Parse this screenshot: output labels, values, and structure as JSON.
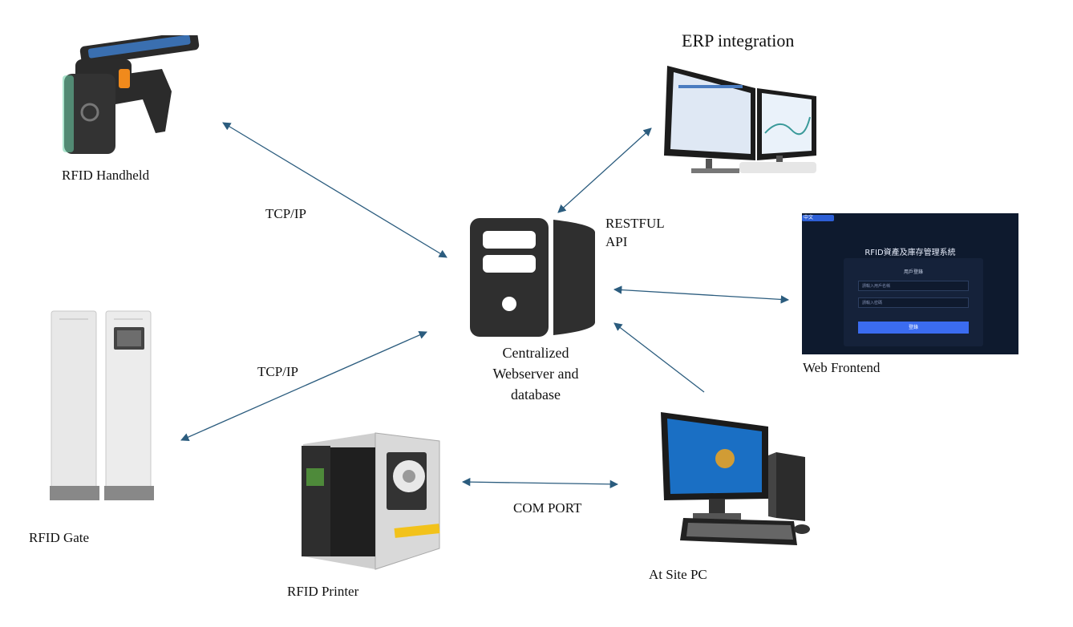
{
  "nodes": {
    "handheld": {
      "label": "RFID Handheld"
    },
    "gate": {
      "label": "RFID Gate"
    },
    "printer": {
      "label": "RFID Printer"
    },
    "server": {
      "label_line1": "Centralized",
      "label_line2": "Webserver and",
      "label_line3": "database"
    },
    "erp": {
      "title": "ERP integration"
    },
    "web": {
      "label": "Web Frontend",
      "screen_lang": "中文",
      "screen_title": "RFID資產及庫存管理系統",
      "login_title": "用戶登錄",
      "username_placeholder": "請輸入用戶名稱",
      "password_placeholder": "請輸入密碼",
      "login_button": "登錄"
    },
    "pc": {
      "label": "At Site PC"
    }
  },
  "edges": {
    "handheld_server": "TCP/IP",
    "gate_server": "TCP/IP",
    "erp_server_line1": "RESTFUL",
    "erp_server_line2": "API",
    "printer_pc": "COM PORT"
  },
  "colors": {
    "arrow": "#2b5c7e",
    "server": "#2f2f2f",
    "web_bg": "#0e1a2e",
    "web_button": "#3b6cf0"
  }
}
